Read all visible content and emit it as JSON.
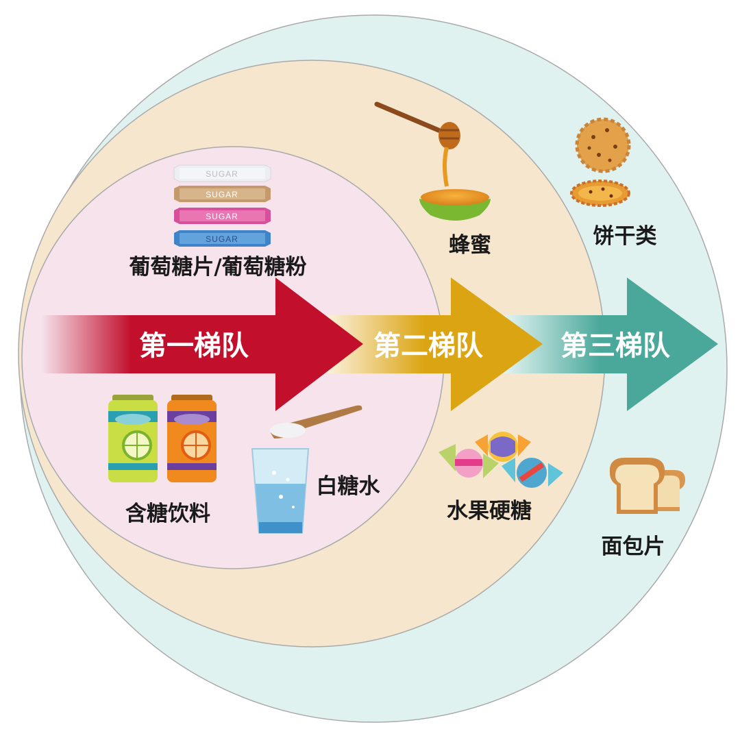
{
  "tiers": {
    "first": "第一梯队",
    "second": "第二梯队",
    "third": "第三梯队"
  },
  "foods": {
    "glucose": "葡萄糖片/葡萄糖粉",
    "sugary_drinks": "含糖饮料",
    "white_sugar_water": "白糖水",
    "honey": "蜂蜜",
    "hard_candy": "水果硬糖",
    "biscuits": "饼干类",
    "bread": "面包片"
  },
  "sugar_packet_text": "SUGAR",
  "colors": {
    "outer_ring": "#dff2f0",
    "middle_ring": "#f5e6cd",
    "inner_ring": "#f6e3ec",
    "tier1_arrow": "#c10f2c",
    "tier2_arrow": "#dba412",
    "tier3_arrow": "#4aa89b"
  }
}
